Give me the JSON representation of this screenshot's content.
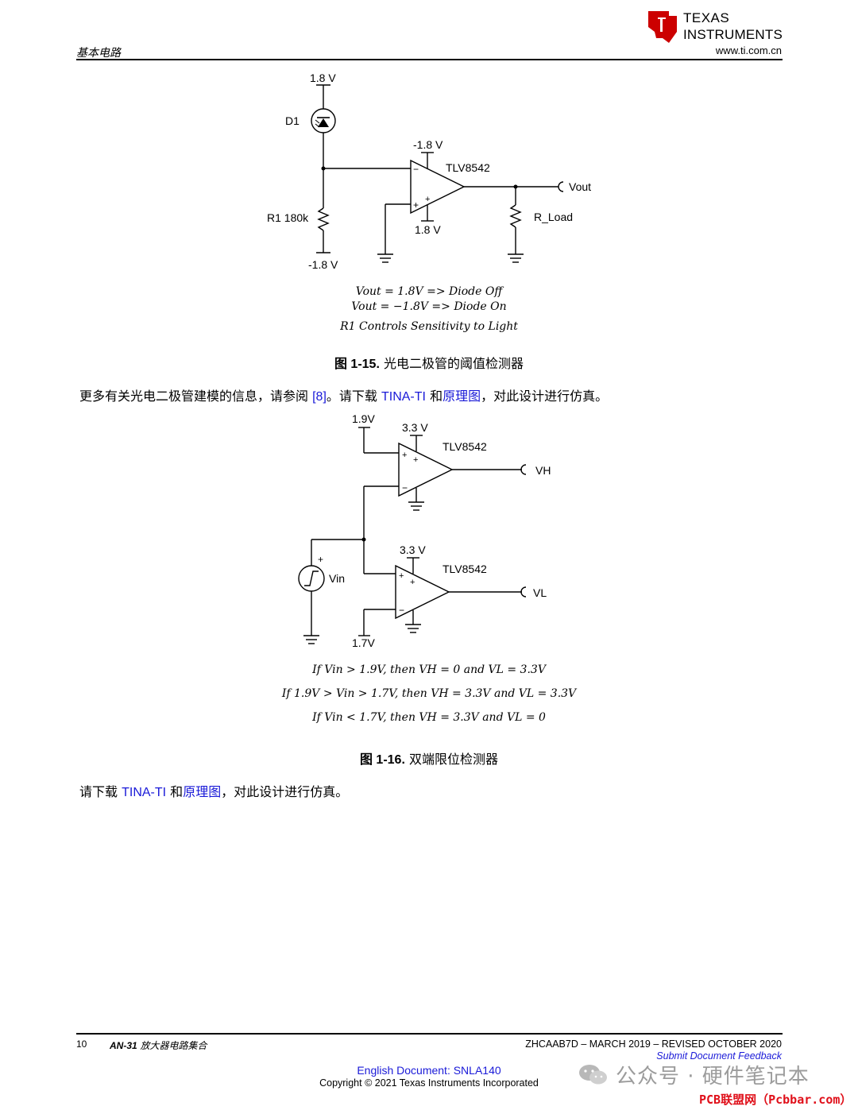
{
  "header": {
    "section": "基本电路",
    "logo_line1": "Texas",
    "logo_line2": "Instruments",
    "website": "www.ti.com.cn"
  },
  "figure1": {
    "labels": {
      "top_supply": "1.8 V",
      "diode": "D1",
      "neg_supply_opamp": "-1.8 V",
      "opamp": "TLV8542",
      "output": "Vout",
      "resistor": "R1 180k",
      "pos_supply_opamp": "1.8 V",
      "load": "R_Load",
      "bottom_supply": "-1.8 V"
    },
    "equations": [
      "Vout = 1.8V => Diode Off",
      "Vout = −1.8V => Diode On",
      "R1 Controls Sensitivity to Light"
    ],
    "caption_num": "图 1-15.",
    "caption_text": "光电二极管的阈值检测器"
  },
  "para1": {
    "t1": "更多有关光电二极管建模的信息，请参阅 ",
    "ref": "[8]",
    "t2": "。请下载 ",
    "link1": "TINA-TI",
    "t3": " 和",
    "link2": "原理图",
    "t4": "，对此设计进行仿真。"
  },
  "figure2": {
    "labels": {
      "ref_high": "1.9V",
      "supply_top": "3.3 V",
      "opamp_top": "TLV8542",
      "out_high": "VH",
      "supply_bottom": "3.3 V",
      "opamp_bottom": "TLV8542",
      "out_low": "VL",
      "source": "Vin",
      "ref_low": "1.7V"
    },
    "equations": [
      "If Vin > 1.9V, then VH = 0 and VL = 3.3V",
      "If 1.9V > Vin > 1.7V, then VH = 3.3V and VL = 3.3V",
      "If Vin < 1.7V, then VH = 3.3V and VL = 0"
    ],
    "caption_num": "图 1-16.",
    "caption_text": "双端限位检测器"
  },
  "para2": {
    "t1": "请下载 ",
    "link1": "TINA-TI",
    "t2": " 和",
    "link2": "原理图",
    "t3": "，对此设计进行仿真。"
  },
  "footer": {
    "page": "10",
    "title_an": "AN-31",
    "title_rest": " 放大器电路集合",
    "doc_info": "ZHCAAB7D – MARCH 2019 – REVISED OCTOBER 2020",
    "feedback": "Submit Document Feedback",
    "english": "English Document: SNLA140",
    "copyright": "Copyright © 2021 Texas Instruments Incorporated"
  },
  "watermark": {
    "text": "公众号 · 硬件笔记本",
    "site": "PCB联盟网（Pcbbar.com）"
  },
  "colors": {
    "link": "#1a1ad8",
    "ti_red": "#cc0000",
    "watermark_red": "#e0101a"
  }
}
